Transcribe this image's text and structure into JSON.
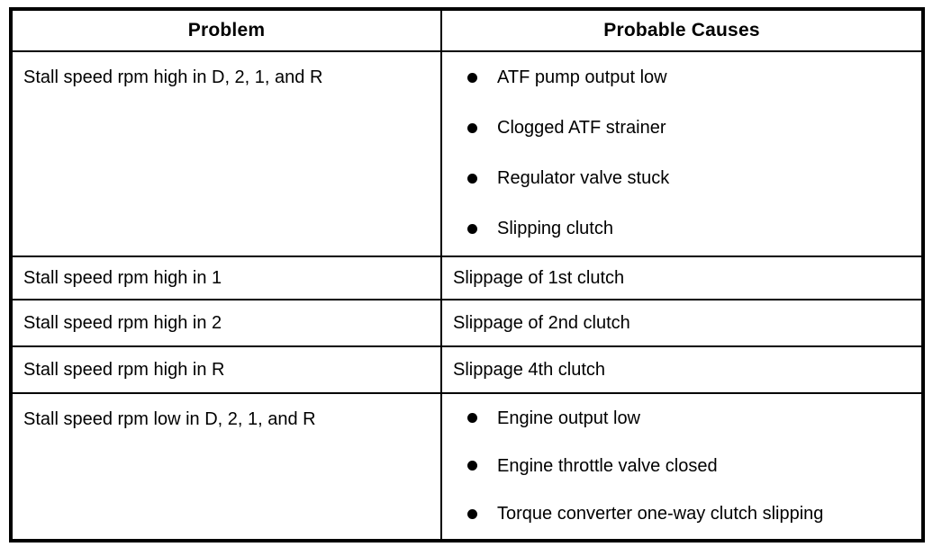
{
  "table": {
    "headers": [
      "Problem",
      "Probable Causes"
    ],
    "rows": [
      {
        "problem": "Stall speed rpm high in D, 2, 1, and R",
        "causes": [
          "ATF pump output low",
          "Clogged ATF strainer",
          "Regulator valve stuck",
          "Slipping clutch"
        ]
      },
      {
        "problem": "Stall speed rpm high in 1",
        "causes": [
          "Slippage of 1st clutch"
        ]
      },
      {
        "problem": "Stall speed rpm high in 2",
        "causes": [
          "Slippage of 2nd clutch"
        ]
      },
      {
        "problem": "Stall speed rpm high in R",
        "causes": [
          "Slippage 4th clutch"
        ]
      },
      {
        "problem": "Stall speed rpm low in D, 2, 1, and R",
        "causes": [
          "Engine output low",
          "Engine throttle valve closed",
          "Torque converter one-way clutch slipping"
        ]
      }
    ],
    "icons": {
      "bullet": "filled-circle"
    },
    "colors": {
      "border": "#000000",
      "text": "#000000",
      "background": "#ffffff"
    }
  }
}
